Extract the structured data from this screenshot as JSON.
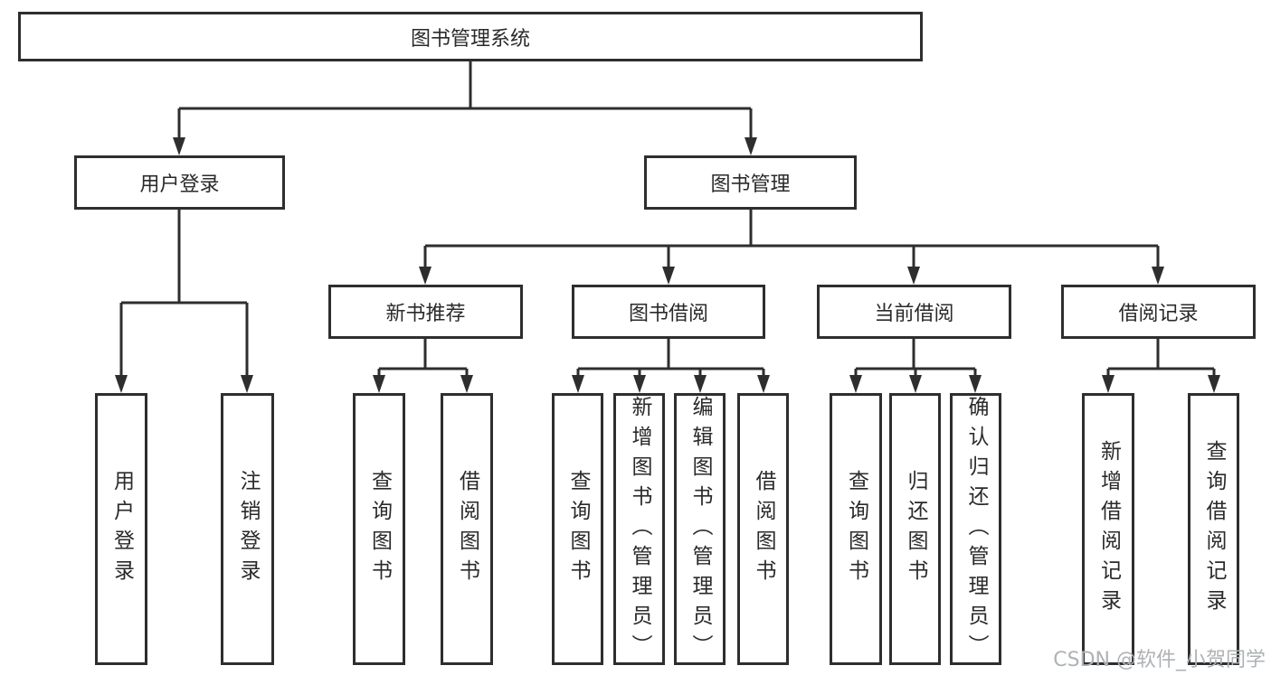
{
  "diagram": {
    "root": {
      "label": "图书管理系统"
    },
    "level2": [
      {
        "label": "用户登录",
        "children": [
          "用户登录",
          "注销登录"
        ]
      },
      {
        "label": "图书管理"
      }
    ],
    "level3": [
      {
        "label": "新书推荐",
        "children": [
          "查询图书",
          "借阅图书"
        ]
      },
      {
        "label": "图书借阅",
        "children": [
          "查询图书",
          "新增图书（管理员）",
          "编辑图书（管理员）",
          "借阅图书"
        ]
      },
      {
        "label": "当前借阅",
        "children": [
          "查询图书",
          "归还图书",
          "确认归还（管理员）"
        ]
      },
      {
        "label": "借阅记录",
        "children": [
          "新增借阅记录",
          "查询借阅记录"
        ]
      }
    ]
  },
  "watermark": {
    "text": "CSDN @软件_小贺同学"
  },
  "colors": {
    "line": "#2e2e2e",
    "text": "#2a2a2a",
    "watermark_text": "#aeb2b5",
    "background": "#ffffff"
  }
}
